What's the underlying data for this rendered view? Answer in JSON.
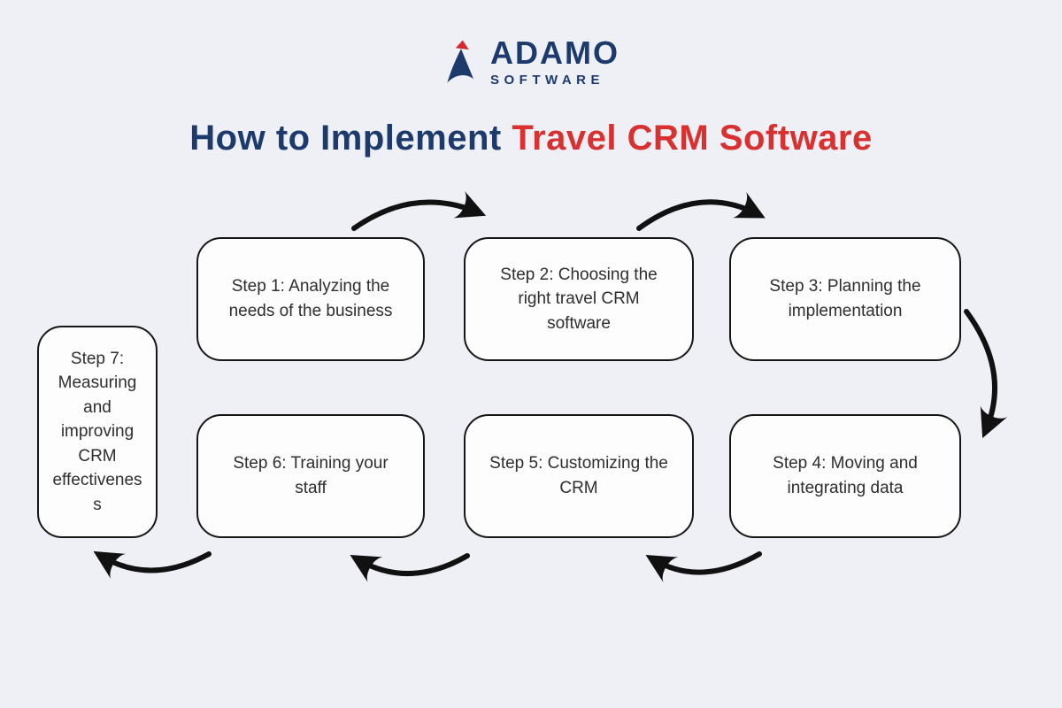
{
  "logo": {
    "name": "ADAMO",
    "subname": "SOFTWARE"
  },
  "title": {
    "prefix": "How to Implement ",
    "highlight": "Travel CRM Software"
  },
  "colors": {
    "background": "#eef0f5",
    "title_primary": "#1d3a6d",
    "title_accent": "#d93030",
    "logo_navy": "#1d3a6d",
    "logo_red": "#d6292f",
    "box_border": "#161616",
    "box_fill": "#fdfdfe",
    "arrow": "#111111"
  },
  "steps": [
    {
      "id": 1,
      "label": "Step 1: Analyzing the needs of the business"
    },
    {
      "id": 2,
      "label": "Step 2: Choosing the right travel CRM software"
    },
    {
      "id": 3,
      "label": "Step 3: Planning the implementation"
    },
    {
      "id": 4,
      "label": "Step 4: Moving and integrating data"
    },
    {
      "id": 5,
      "label": "Step 5: Customizing the CRM"
    },
    {
      "id": 6,
      "label": "Step 6: Training your staff"
    },
    {
      "id": 7,
      "label": "Step 7: Measuring and improving CRM effectiveness"
    }
  ]
}
